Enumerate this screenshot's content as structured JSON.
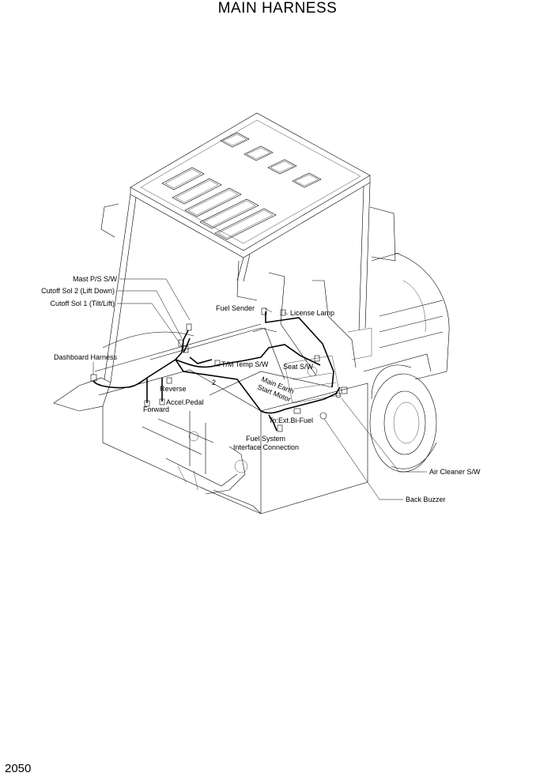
{
  "title": "MAIN HARNESS",
  "page_number": "2050",
  "labels": {
    "mast_ps_sw": "Mast P/S S/W",
    "cutoff_sol_2": "Cutoff Sol 2 (Lift Down)",
    "cutoff_sol_1": "Cutoff Sol 1 (Tilt/Lift)",
    "dashboard_harness": "Dashboard Harness",
    "fuel_sender": "Fuel Sender",
    "license_lamp": "License Lamp",
    "tm_temp_sw": "T/M Temp S/W",
    "seat_sw": "Seat S/W",
    "main_earth": "Main Earth",
    "start_motor": "Start Motor",
    "reverse": "Reverse",
    "accel_pedal": "Accel.Pedal",
    "forward": "Forward",
    "to_ext_bi_fuel": "To:Ext.Bi-Fuel",
    "fuel_system": "Fuel System",
    "interface_connection": "Interface Connection",
    "air_cleaner_sw": "Air Cleaner S/W",
    "back_buzzer": "Back Buzzer",
    "callout_2": "2"
  }
}
